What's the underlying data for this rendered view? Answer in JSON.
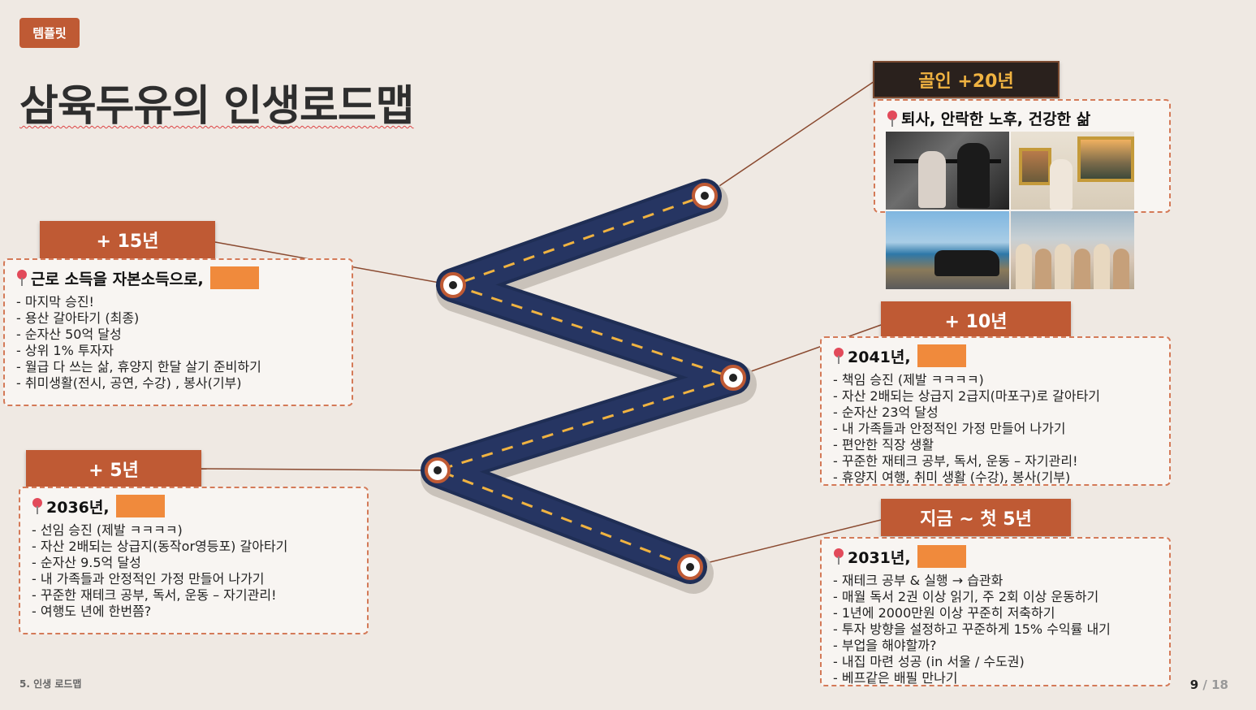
{
  "tag": "템플릿",
  "title": "삼육두유의 인생로드맵",
  "milestones": {
    "goal": {
      "label": "골인 +20년",
      "heading": "퇴사, 안락한 노후, 건강한 삶",
      "photo_icons": [
        "gym-photo",
        "gallery-photo",
        "coastal-drive-photo",
        "family-photo"
      ]
    },
    "y15": {
      "label": "+ 15년",
      "heading": "근로 소득을 자본소득으로,",
      "items": [
        "- 마지막 승진!",
        "- 용산 갈아타기 (최종)",
        "- 순자산 50억 달성",
        "- 상위 1% 투자자",
        "- 월급 다 쓰는 삶, 휴양지 한달 살기 준비하기",
        "- 취미생활(전시, 공연, 수강) , 봉사(기부)"
      ]
    },
    "y10": {
      "label": "+ 10년",
      "heading": "2041년,",
      "items": [
        "- 책임 승진 (제발 ㅋㅋㅋㅋ)",
        "- 자산 2배되는 상급지 2급지(마포구)로 갈아타기",
        "- 순자산 23억 달성",
        "- 내 가족들과 안정적인 가정 만들어 나가기",
        "- 편안한 직장 생활",
        "- 꾸준한 재테크 공부, 독서, 운동 – 자기관리!",
        "- 휴양지 여행, 취미 생활 (수강), 봉사(기부)"
      ]
    },
    "y5": {
      "label": "+ 5년",
      "heading": "2036년,",
      "items": [
        "- 선임 승진 (제발 ㅋㅋㅋㅋ)",
        "- 자산 2배되는 상급지(동작or영등포) 갈아타기",
        "- 순자산 9.5억 달성",
        "- 내 가족들과 안정적인 가정 만들어 나가기",
        "- 꾸준한 재테크 공부, 독서, 운동 – 자기관리!",
        "- 여행도 년에 한번쯤?"
      ]
    },
    "now": {
      "label": "지금 ~ 첫 5년",
      "heading": "2031년,",
      "items": [
        "- 재테크 공부 & 실행 → 습관화",
        "- 매월 독서 2권 이상 읽기, 주 2회 이상 운동하기",
        "- 1년에 2000만원 이상 꾸준히 저축하기",
        "- 투자 방향을 설정하고 꾸준하게 15% 수익률 내기",
        "- 부업을 해야할까?",
        "- 내집 마련 성공 (in 서울 / 수도권)",
        "- 베프같은 배필 만나기"
      ]
    }
  },
  "footer": {
    "section": "5. 인생 로드맵",
    "page": "9",
    "sep": "/",
    "total": "18"
  },
  "colors": {
    "accent": "#bf5a34",
    "road": "#1f2e55",
    "dash": "#f0b341",
    "goal_text": "#f0b341"
  }
}
